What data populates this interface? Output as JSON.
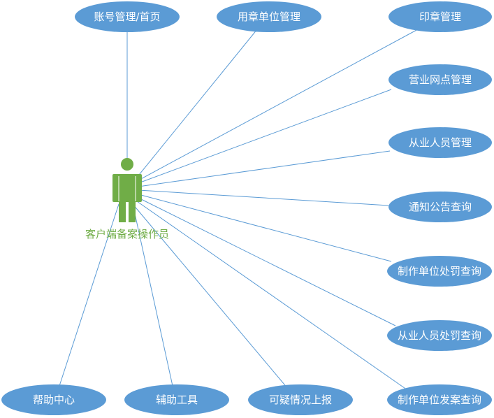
{
  "actor": {
    "label": "客户端备案操作员",
    "icon": "person-icon",
    "color": "#70ad47"
  },
  "use_cases": [
    {
      "id": "account",
      "label": "账号管理/首页"
    },
    {
      "id": "seal-unit",
      "label": "用章单位管理"
    },
    {
      "id": "seal",
      "label": "印章管理"
    },
    {
      "id": "outlet",
      "label": "营业网点管理"
    },
    {
      "id": "staff",
      "label": "从业人员管理"
    },
    {
      "id": "notice",
      "label": "通知公告查询"
    },
    {
      "id": "maker-penalty",
      "label": "制作单位处罚查询"
    },
    {
      "id": "staff-penalty",
      "label": "从业人员处罚查询"
    },
    {
      "id": "maker-case",
      "label": "制作单位发案查询"
    },
    {
      "id": "suspicious",
      "label": "可疑情况上报"
    },
    {
      "id": "tools",
      "label": "辅助工具"
    },
    {
      "id": "help",
      "label": "帮助中心"
    }
  ],
  "colors": {
    "usecase_fill": "#5b9bd5",
    "usecase_text": "#ffffff",
    "link_line": "#5b9bd5",
    "actor": "#70ad47"
  }
}
